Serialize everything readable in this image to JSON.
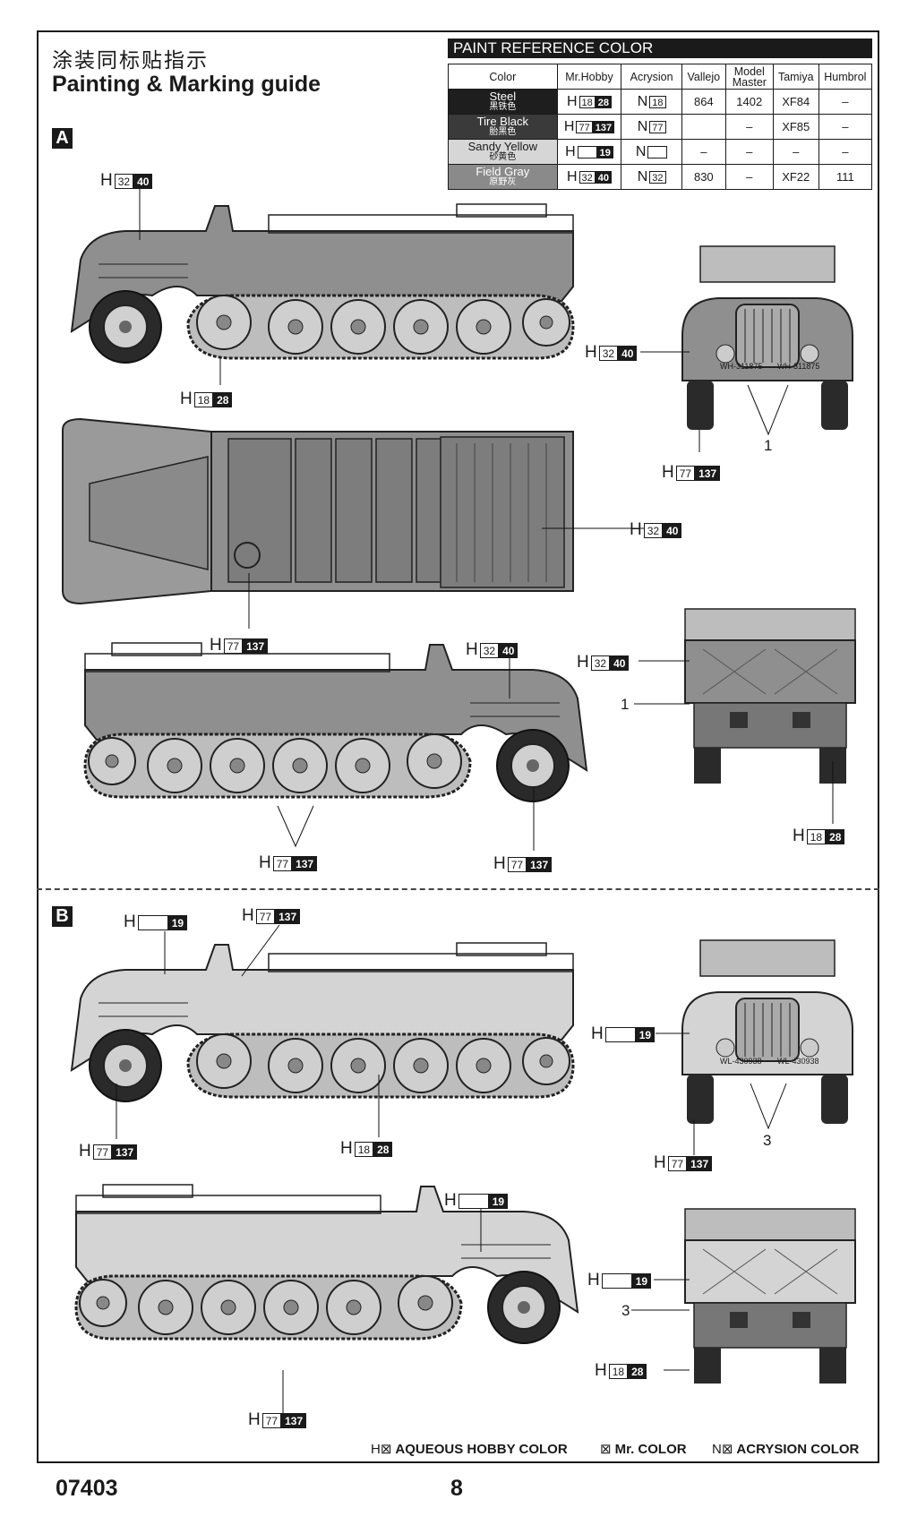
{
  "header": {
    "title_cn": "涂装同标贴指示",
    "title_en": "Painting & Marking guide"
  },
  "sections": {
    "a": "A",
    "b": "B"
  },
  "paint_table": {
    "heading": "PAINT REFERENCE COLOR",
    "columns": [
      "Color",
      "Mr.Hobby",
      "Acrysion",
      "Vallejo",
      "Model Master",
      "Tamiya",
      "Humbrol"
    ],
    "rows": [
      {
        "name": "Steel",
        "name_cn": "黑铁色",
        "swatch": "#1e1e1e",
        "h": "18",
        "h2": "28",
        "n": "18",
        "vallejo": "864",
        "model_master": "1402",
        "tamiya": "XF84",
        "humbrol": "–"
      },
      {
        "name": "Tire Black",
        "name_cn": "胎黑色",
        "swatch": "#3a3a3a",
        "h": "77",
        "h2": "137",
        "n": "77",
        "vallejo": "",
        "model_master": "–",
        "tamiya": "XF85",
        "humbrol": "–"
      },
      {
        "name": "Sandy Yellow",
        "name_cn": "砂黄色",
        "swatch": "#d6d6d6",
        "h": "",
        "h2": "19",
        "n": "",
        "vallejo": "–",
        "model_master": "–",
        "tamiya": "–",
        "humbrol": "–"
      },
      {
        "name": "Field Gray",
        "name_cn": "原野灰",
        "swatch": "#8a8a8a",
        "h": "32",
        "h2": "40",
        "n": "32",
        "vallejo": "830",
        "model_master": "–",
        "tamiya": "XF22",
        "humbrol": "111"
      }
    ]
  },
  "callouts": {
    "h": "H",
    "n": "N",
    "c32": "32",
    "c40": "40",
    "c18": "18",
    "c28": "28",
    "c77": "77",
    "c137": "137",
    "c19": "19",
    "one": "1",
    "three": "3"
  },
  "plates": {
    "a": "WH-311875",
    "b": "WL-430938"
  },
  "legend": {
    "h_sym": "H⊠",
    "h_text": "AQUEOUS HOBBY COLOR",
    "m_sym": "⊠",
    "m_text": "Mr. COLOR",
    "n_sym": "N⊠",
    "n_text": "ACRYSION COLOR"
  },
  "footer": {
    "code": "07403",
    "page": "8"
  }
}
